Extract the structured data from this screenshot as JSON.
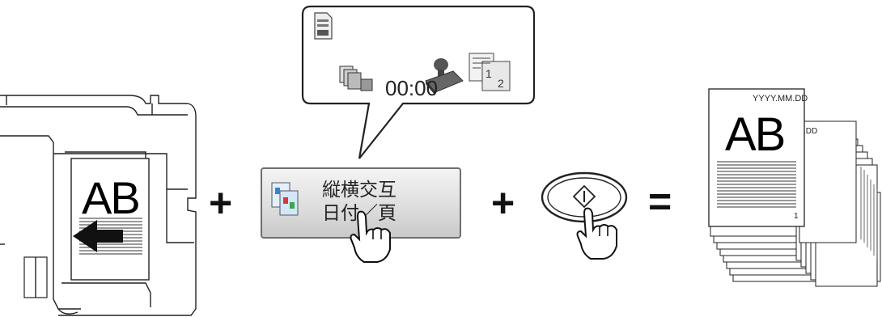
{
  "operators": {
    "plus_1": "+",
    "plus_2": "+",
    "equals": "="
  },
  "original_document": {
    "text": "AB"
  },
  "callout": {
    "time_readout": "00:00"
  },
  "function_button": {
    "line1": "縦横交互",
    "line2": "日付／頁"
  },
  "output_stack": {
    "text": "AB",
    "date_stamp": "YYYY.MM.DD",
    "date_stamp_back": ".DD",
    "page_number": "1"
  },
  "icons": {
    "callout": [
      "document-icon",
      "copy-stack-icon",
      "stamp-icon",
      "page-number-icon"
    ],
    "button": "rotate-sort-icon",
    "hands": [
      "pointing-hand-icon",
      "pointing-hand-icon"
    ],
    "start": "start-diamond-icon",
    "arrow": "left-arrow-icon"
  },
  "colors": {
    "line": "#222222",
    "button_border": "#6f6f6f",
    "start_fill": "#ffffff"
  }
}
